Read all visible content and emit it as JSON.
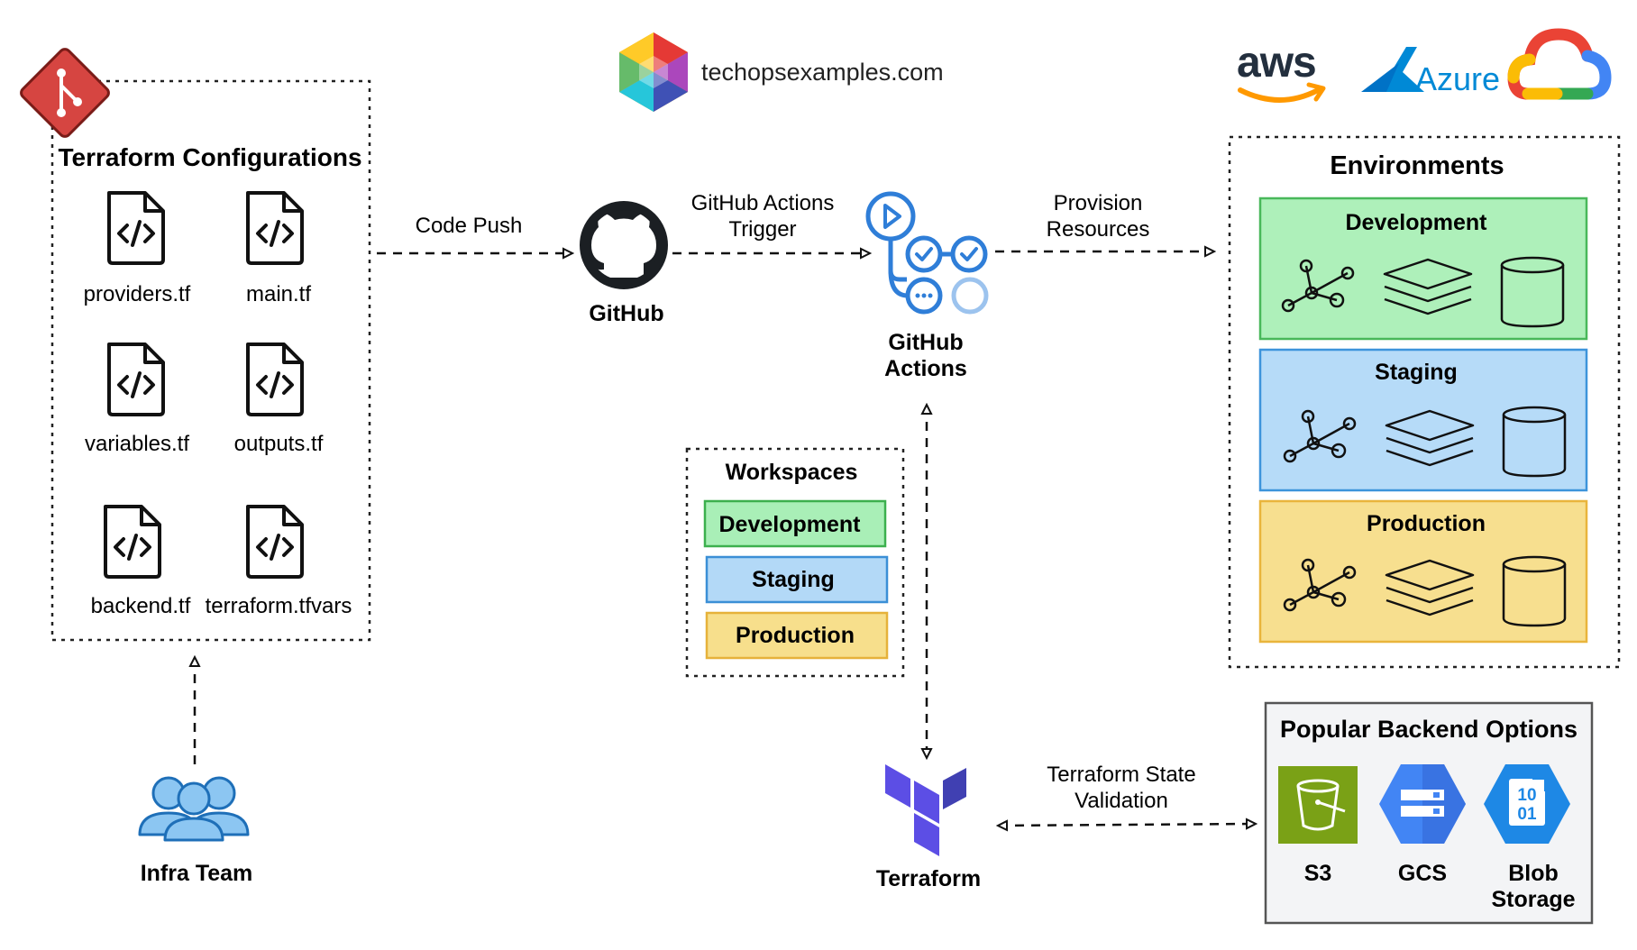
{
  "brand": {
    "site": "techopsexamples.com"
  },
  "clouds": {
    "aws": "aws",
    "azure": "Azure",
    "gcp": "Google Cloud"
  },
  "config": {
    "title": "Terraform Configurations",
    "files": [
      "providers.tf",
      "main.tf",
      "variables.tf",
      "outputs.tf",
      "backend.tf",
      "terraform.tfvars"
    ]
  },
  "team": {
    "label": "Infra Team"
  },
  "flow": {
    "code_push": "Code Push",
    "trigger": [
      "GitHub Actions",
      "Trigger"
    ],
    "provision": [
      "Provision",
      "Resources"
    ],
    "state": [
      "Terraform State",
      "Validation"
    ]
  },
  "github": {
    "label": "GitHub"
  },
  "actions": {
    "label": [
      "GitHub",
      "Actions"
    ]
  },
  "terraform": {
    "label": "Terraform"
  },
  "workspaces": {
    "title": "Workspaces",
    "items": [
      {
        "name": "Development",
        "fill": "#a9efb7",
        "stroke": "#3cb04e"
      },
      {
        "name": "Staging",
        "fill": "#b3d9f7",
        "stroke": "#3b8fd6"
      },
      {
        "name": "Production",
        "fill": "#f7df8c",
        "stroke": "#e6b23a"
      }
    ]
  },
  "environments": {
    "title": "Environments",
    "items": [
      {
        "name": "Development",
        "fill": "#aef0ba",
        "stroke": "#49b85a"
      },
      {
        "name": "Staging",
        "fill": "#b6dbf8",
        "stroke": "#3d94db"
      },
      {
        "name": "Production",
        "fill": "#f7df8f",
        "stroke": "#e9b53c"
      }
    ]
  },
  "backends": {
    "title": "Popular Backend Options",
    "items": [
      {
        "label": "S3",
        "color": "#7aa116"
      },
      {
        "label": "GCS",
        "color": "#4285f4"
      },
      {
        "label": [
          "Blob",
          "Storage"
        ],
        "color": "#1e88e5",
        "text": [
          "10",
          "01"
        ]
      }
    ]
  },
  "colors": {
    "git": "#d64541",
    "github": "#1b1f23",
    "actions": "#2f7ed8",
    "terraform": "#5c4ee5",
    "team": "#8cc6f2"
  }
}
